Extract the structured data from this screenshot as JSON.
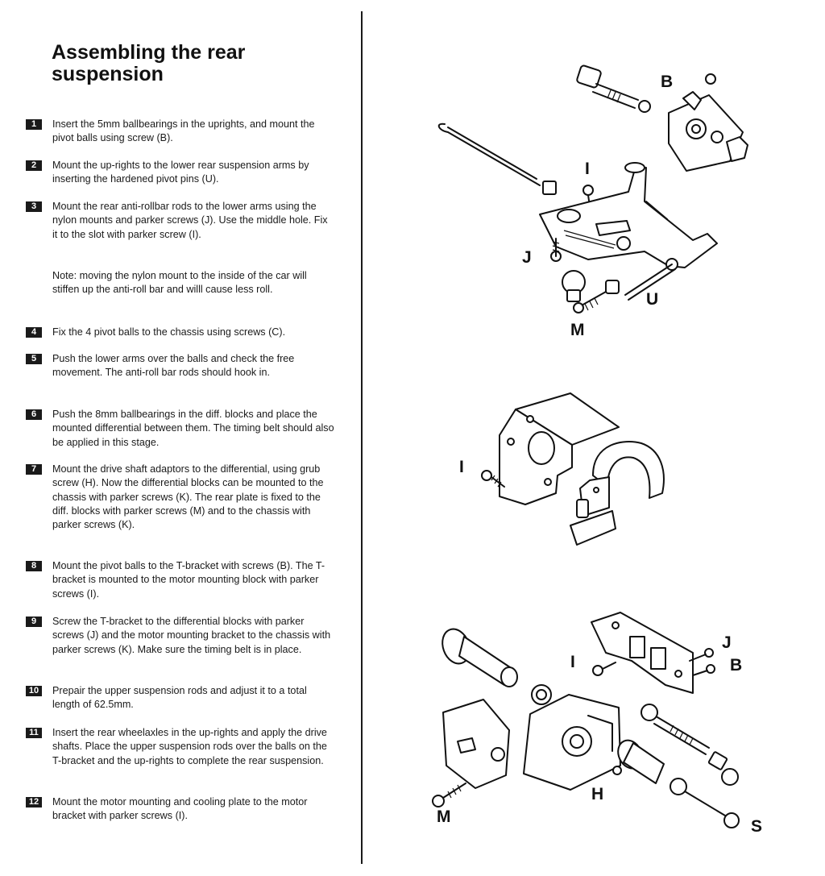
{
  "page": {
    "title": "Assembling the rear suspension"
  },
  "steps": [
    {
      "number": "1",
      "text": "Insert the 5mm ballbearings in the uprights, and mount the pivot balls using screw (B)."
    },
    {
      "number": "2",
      "text": "Mount the up-rights to the lower rear suspension arms by inserting the hardened pivot pins (U)."
    },
    {
      "number": "3",
      "text": "Mount the rear anti-rollbar rods to the lower arms using the nylon mounts and parker screws (J). Use the middle hole. Fix it to the slot with parker screw (I).",
      "note": "Note: moving the nylon mount to the inside of the car will stiffen up the anti-roll bar and willl cause less roll."
    },
    {
      "number": "4",
      "text": "Fix the 4 pivot balls to the chassis using screws (C)."
    },
    {
      "number": "5",
      "text": "Push the lower arms over the balls and check the free movement. The anti-roll bar rods should hook in."
    },
    {
      "number": "6",
      "text": "Push the 8mm ballbearings in the diff. blocks and place the mounted differential between them. The timing belt should also be applied in this stage."
    },
    {
      "number": "7",
      "text": "Mount the drive shaft adaptors to the differential, using grub screw (H). Now the differential blocks can be mounted to the chassis with parker screws (K). The rear plate is fixed to the diff. blocks with parker screws (M) and to the chassis with parker screws (K)."
    },
    {
      "number": "8",
      "text": "Mount the pivot balls to the T-bracket with screws (B). The T-bracket is mounted to the motor mounting block with parker screws (I)."
    },
    {
      "number": "9",
      "text": "Screw the T-bracket to the differential blocks with parker screws (J) and the motor mounting bracket to the chassis with parker screws (K). Make sure the timing belt is in place."
    },
    {
      "number": "10",
      "text": "Prepair the upper suspension rods and adjust it to a total length of 62.5mm."
    },
    {
      "number": "11",
      "text": "Insert the rear wheelaxles in the up-rights and apply the drive shafts. Place the upper suspension rods over the balls on the T-bracket and the up-rights to complete the rear suspension."
    },
    {
      "number": "12",
      "text": "Mount the motor mounting and cooling plate to the motor bracket with parker screws (I)."
    }
  ],
  "figures": {
    "suspension_arm": {
      "labels": {
        "b": "B",
        "i": "I",
        "j": "J",
        "m": "M",
        "u": "U"
      }
    },
    "motor_mount": {
      "labels": {
        "i": "I"
      }
    },
    "diff_assembly": {
      "labels": {
        "i": "I",
        "j": "J",
        "b": "B",
        "m": "M",
        "h": "H",
        "s": "S"
      }
    }
  }
}
